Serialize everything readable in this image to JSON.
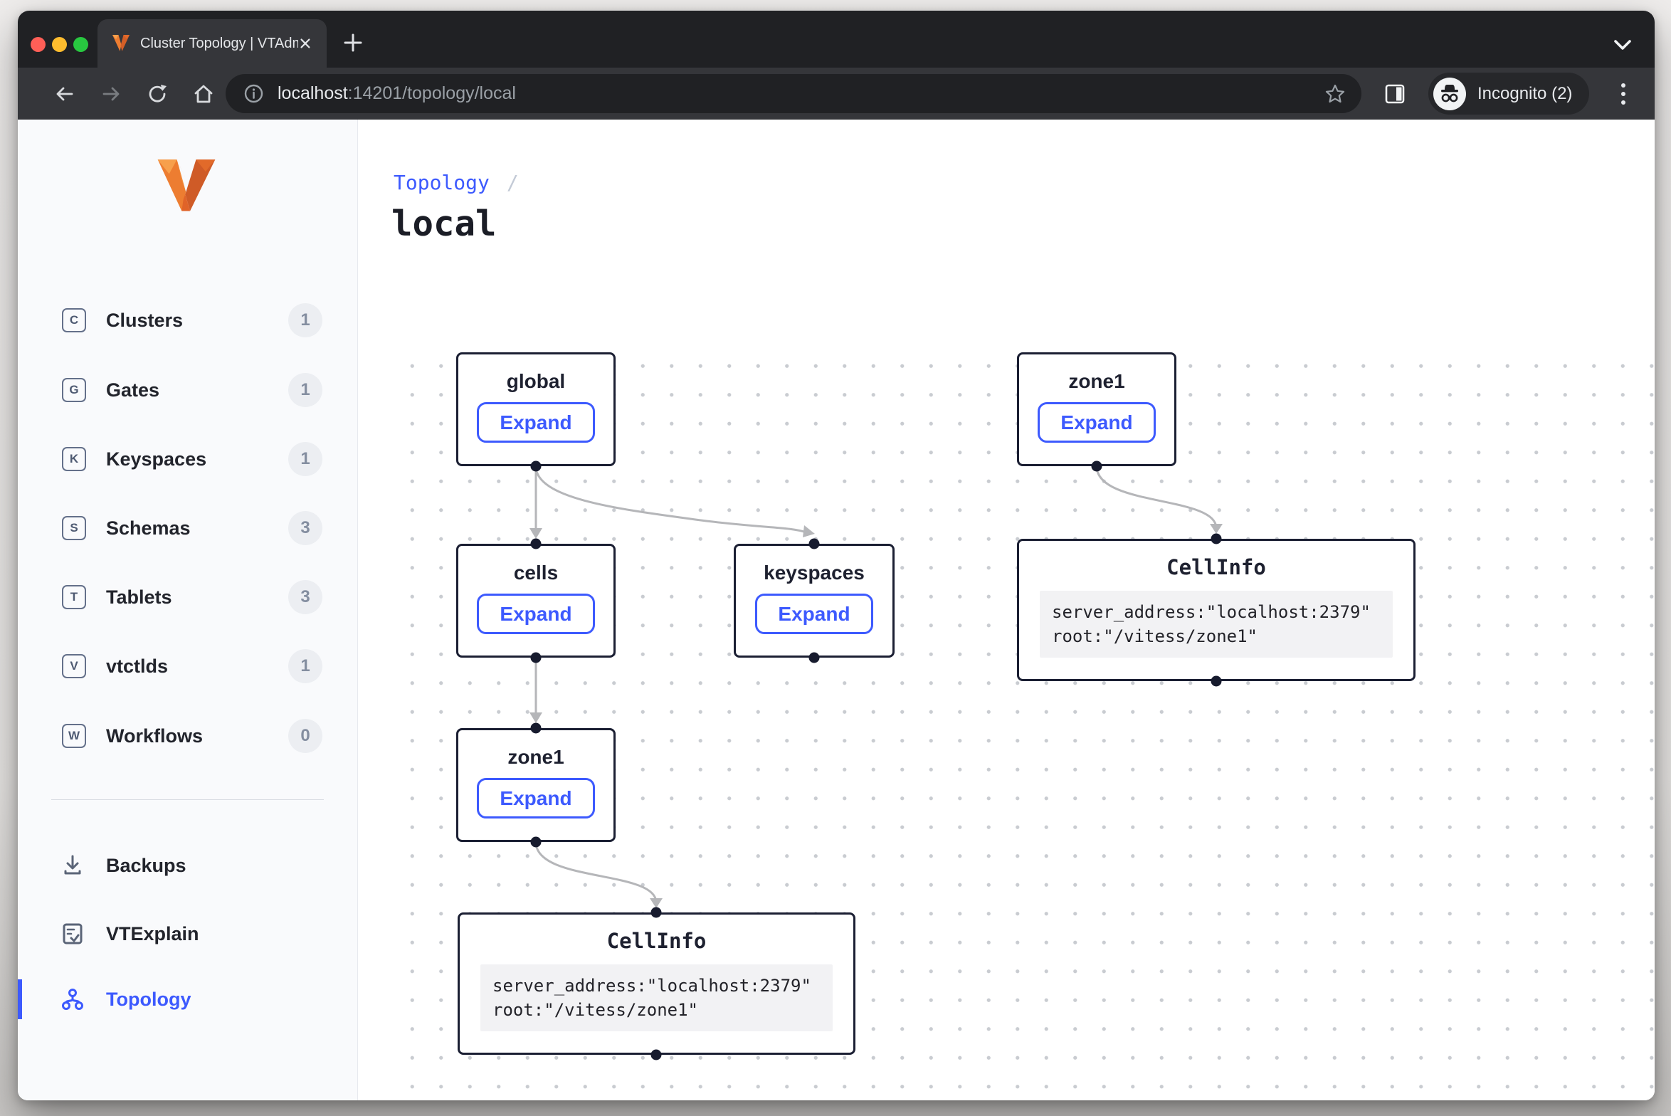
{
  "browser": {
    "tab": {
      "title": "Cluster Topology | VTAdmin"
    },
    "toolbar": {
      "url_host": "localhost",
      "url_rest": ":14201/topology/local",
      "incognito_label": "Incognito (2)"
    }
  },
  "sidebar": {
    "items": [
      {
        "abbr": "C",
        "label": "Clusters",
        "count": "1"
      },
      {
        "abbr": "G",
        "label": "Gates",
        "count": "1"
      },
      {
        "abbr": "K",
        "label": "Keyspaces",
        "count": "1"
      },
      {
        "abbr": "S",
        "label": "Schemas",
        "count": "3"
      },
      {
        "abbr": "T",
        "label": "Tablets",
        "count": "3"
      },
      {
        "abbr": "V",
        "label": "vtctlds",
        "count": "1"
      },
      {
        "abbr": "W",
        "label": "Workflows",
        "count": "0"
      }
    ],
    "tools": [
      {
        "label": "Backups"
      },
      {
        "label": "VTExplain"
      },
      {
        "label": "Topology"
      }
    ]
  },
  "main": {
    "breadcrumb": {
      "label": "Topology",
      "separator": "/"
    },
    "title": "local"
  },
  "graph": {
    "nodes": [
      {
        "id": "global",
        "title": "global",
        "button": "Expand"
      },
      {
        "id": "zone1-top",
        "title": "zone1",
        "button": "Expand"
      },
      {
        "id": "cells",
        "title": "cells",
        "button": "Expand"
      },
      {
        "id": "keyspaces",
        "title": "keyspaces",
        "button": "Expand"
      },
      {
        "id": "zone1-low",
        "title": "zone1",
        "button": "Expand"
      },
      {
        "id": "cellinfo-right",
        "title": "CellInfo",
        "code": [
          "server_address:\"localhost:2379\"",
          "root:\"/vitess/zone1\""
        ]
      },
      {
        "id": "cellinfo-bottom",
        "title": "CellInfo",
        "code": [
          "server_address:\"localhost:2379\"",
          "root:\"/vitess/zone1\""
        ]
      }
    ]
  },
  "colors": {
    "accent_blue": "#3d5afe",
    "node_border": "#1b1f33",
    "edge_gray": "#b5b6b9",
    "chrome_frame": "#202124",
    "chrome_toolbar": "#35363a",
    "sidebar_bg": "#f9fafc"
  }
}
